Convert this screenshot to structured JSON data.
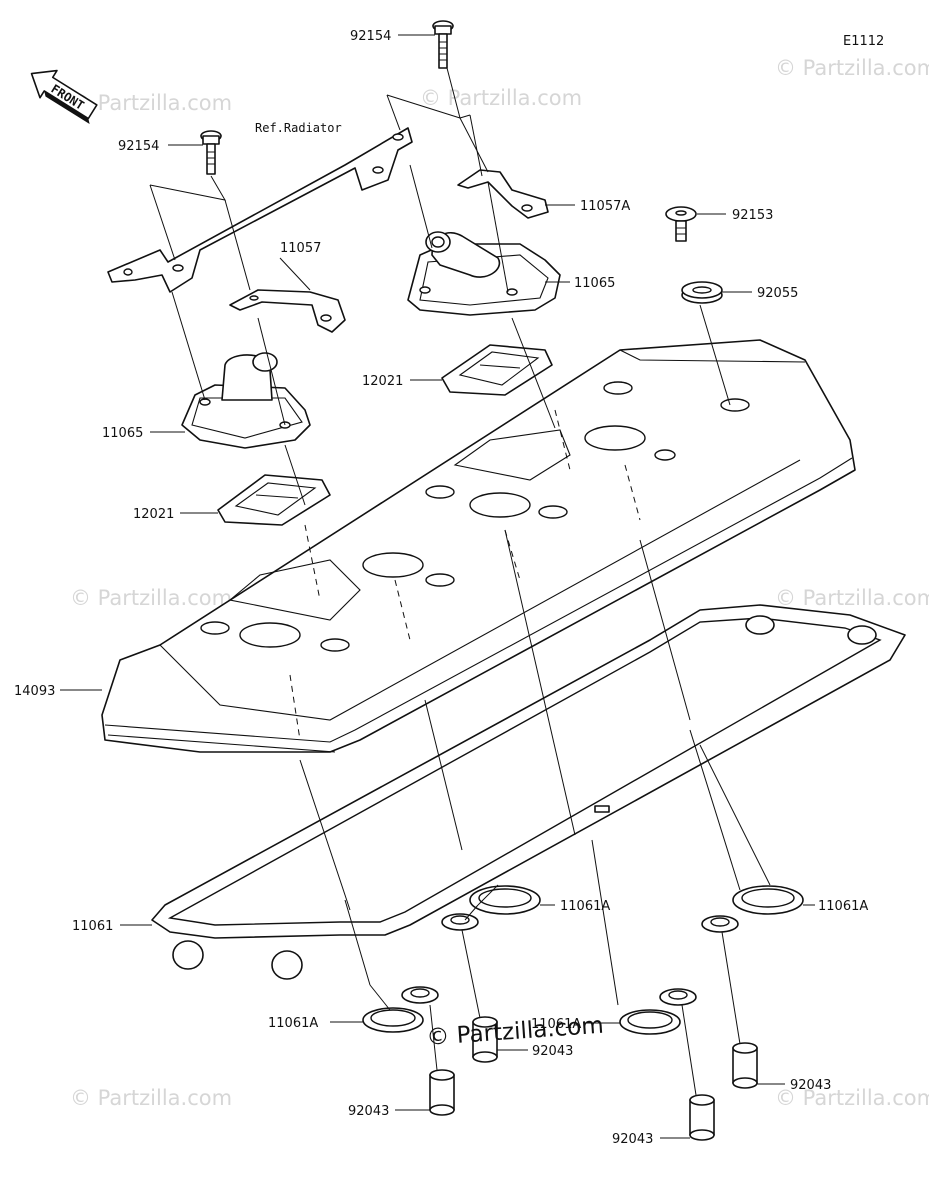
{
  "diagram_code": "E1112",
  "front_arrow": "FRONT",
  "ref_note": "Ref.Radiator",
  "watermark": "© Partzilla.com",
  "watermark_big": "© Partzilla.com",
  "labels": {
    "p92154_top": "92154",
    "p92154_left": "92154",
    "p11057A": "11057A",
    "p11057": "11057",
    "p92153": "92153",
    "p11065_right": "11065",
    "p92055": "92055",
    "p12021_right": "12021",
    "p11065_left": "11065",
    "p12021_left": "12021",
    "p14093": "14093",
    "p11061": "11061",
    "p11061A_1": "11061A",
    "p11061A_2": "11061A",
    "p11061A_3": "11061A",
    "p11061A_4": "11061A",
    "p92043_1": "92043",
    "p92043_2": "92043",
    "p92043_3": "92043",
    "p92043_4": "92043"
  }
}
